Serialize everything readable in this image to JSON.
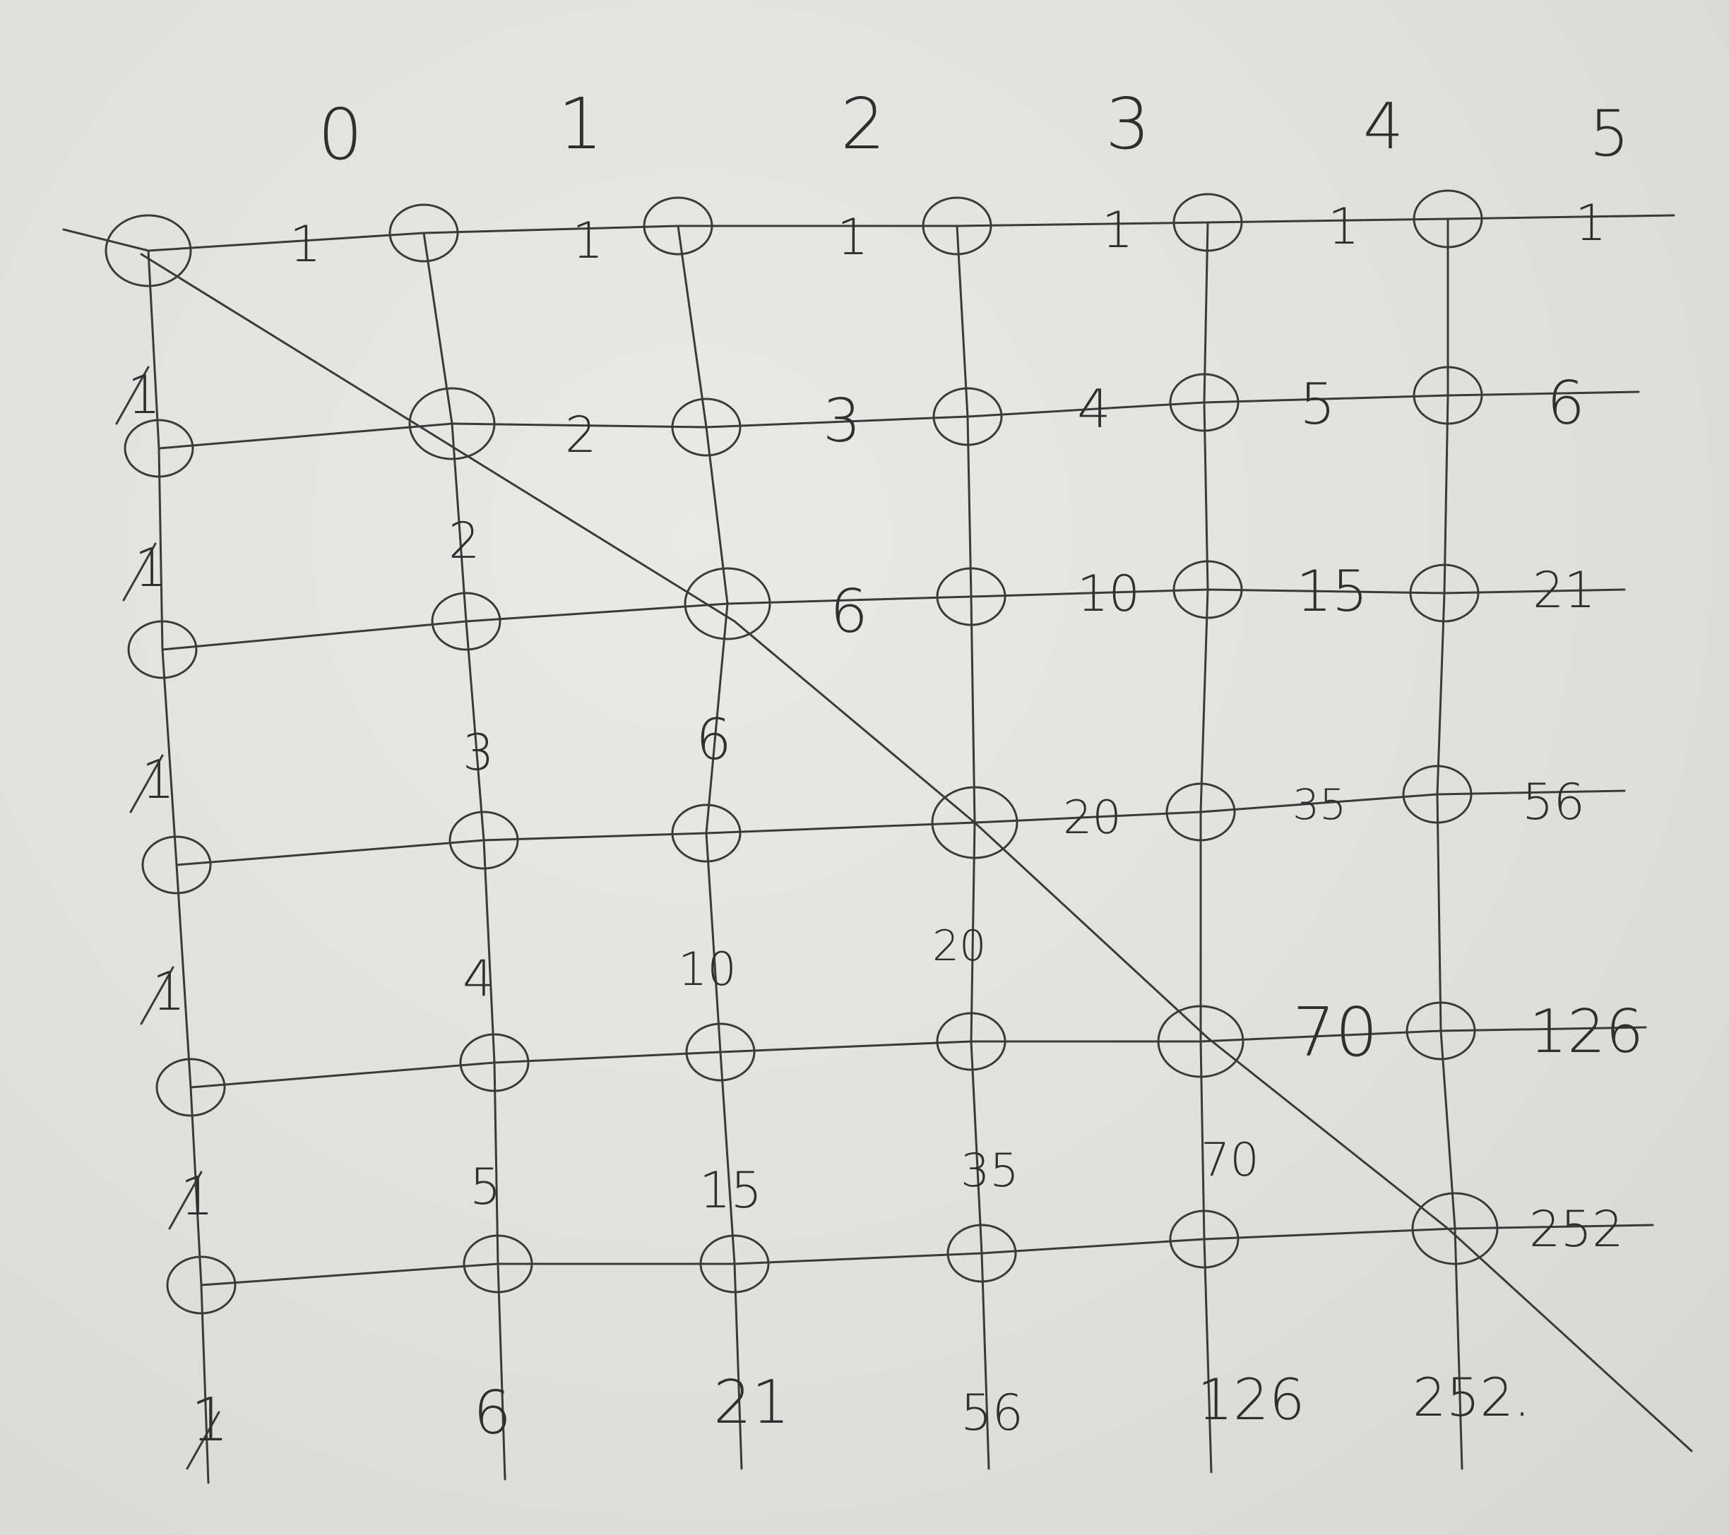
{
  "diagram": {
    "column_headers": [
      "0",
      "1",
      "2",
      "3",
      "4",
      "5"
    ],
    "top_row": {
      "edge_labels": [
        "1",
        "1",
        "1",
        "1",
        "1",
        "1"
      ]
    },
    "rows": [
      {
        "horizontal_labels": [
          "2",
          "3",
          "4",
          "5",
          "6"
        ],
        "vertical_labels": [
          "1",
          "2"
        ]
      },
      {
        "horizontal_labels": [
          "6",
          "10",
          "15",
          "21"
        ],
        "vertical_labels": [
          "1",
          "3",
          "6"
        ]
      },
      {
        "horizontal_labels": [
          "20",
          "35",
          "56"
        ],
        "vertical_labels": [
          "1",
          "4",
          "10",
          "20"
        ]
      },
      {
        "horizontal_labels": [
          "70",
          "126"
        ],
        "vertical_labels": [
          "1",
          "5",
          "15",
          "35",
          "70"
        ]
      },
      {
        "horizontal_labels": [
          "252"
        ],
        "vertical_labels": [
          "1",
          "6",
          "21",
          "56",
          "126",
          "252."
        ]
      }
    ],
    "left_edge_labels": [
      "1",
      "1",
      "1",
      "1",
      "1",
      "1"
    ],
    "bottom_labels": [
      "1",
      "6",
      "21",
      "56",
      "126",
      "252."
    ]
  }
}
